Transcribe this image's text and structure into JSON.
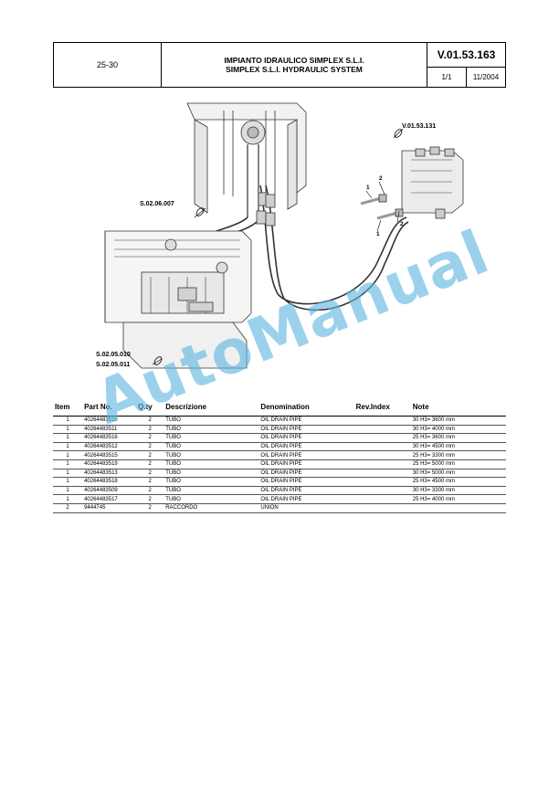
{
  "header": {
    "section": "25-30",
    "title_it": "IMPIANTO IDRAULICO SIMPLEX S.L.I.",
    "title_en": "SIMPLEX S.L.I. HYDRAULIC SYSTEM",
    "code": "V.01.53.163",
    "page": "1/1",
    "date": "11/2004"
  },
  "diagram": {
    "refs": {
      "top_right": "V.01.53.131",
      "left_mid": "S.02.06.007",
      "bottom_left_1": "S.02.05.010",
      "bottom_left_2": "S.02.05.011"
    },
    "callouts": [
      "1",
      "2",
      "2",
      "1"
    ]
  },
  "watermark": "AutoManual",
  "table": {
    "headers": {
      "item": "Item",
      "part": "Part No.",
      "qty": "Q.ty",
      "desc": "Descrizione",
      "denom": "Denomination",
      "rev": "Rev.Index",
      "note": "Note"
    },
    "rows": [
      {
        "item": "1",
        "part": "40264483510",
        "qty": "2",
        "desc": "TUBO",
        "denom": "OIL DRAIN PIPE",
        "rev": "",
        "note": "30 H3= 3600 mm"
      },
      {
        "item": "1",
        "part": "40264483511",
        "qty": "2",
        "desc": "TUBO",
        "denom": "OIL DRAIN PIPE",
        "rev": "",
        "note": "30 H3= 4000 mm"
      },
      {
        "item": "1",
        "part": "40264483516",
        "qty": "2",
        "desc": "TUBO",
        "denom": "OIL DRAIN PIPE",
        "rev": "",
        "note": "25 H3= 3600 mm"
      },
      {
        "item": "1",
        "part": "40264483512",
        "qty": "2",
        "desc": "TUBO",
        "denom": "OIL DRAIN PIPE",
        "rev": "",
        "note": "30 H3= 4500 mm"
      },
      {
        "item": "1",
        "part": "40264483515",
        "qty": "2",
        "desc": "TUBO",
        "denom": "OIL DRAIN PIPE",
        "rev": "",
        "note": "25 H3= 3300 mm"
      },
      {
        "item": "1",
        "part": "40264483519",
        "qty": "2",
        "desc": "TUBO",
        "denom": "OIL DRAIN PIPE",
        "rev": "",
        "note": "25 H3= 5000 mm"
      },
      {
        "item": "1",
        "part": "40264483513",
        "qty": "2",
        "desc": "TUBO",
        "denom": "OIL DRAIN PIPE",
        "rev": "",
        "note": "30 H3= 5000 mm"
      },
      {
        "item": "1",
        "part": "40264483518",
        "qty": "2",
        "desc": "TUBO",
        "denom": "OIL DRAIN PIPE",
        "rev": "",
        "note": "25 H3= 4500 mm"
      },
      {
        "item": "1",
        "part": "40264483509",
        "qty": "2",
        "desc": "TUBO",
        "denom": "OIL DRAIN PIPE",
        "rev": "",
        "note": "30 H3= 3300 mm"
      },
      {
        "item": "1",
        "part": "40264483517",
        "qty": "2",
        "desc": "TUBO",
        "denom": "OIL DRAIN PIPE",
        "rev": "",
        "note": "25 H3= 4000 mm"
      },
      {
        "item": "2",
        "part": "9444745",
        "qty": "2",
        "desc": "RACCORDO",
        "denom": "UNION",
        "rev": "",
        "note": ""
      }
    ]
  }
}
